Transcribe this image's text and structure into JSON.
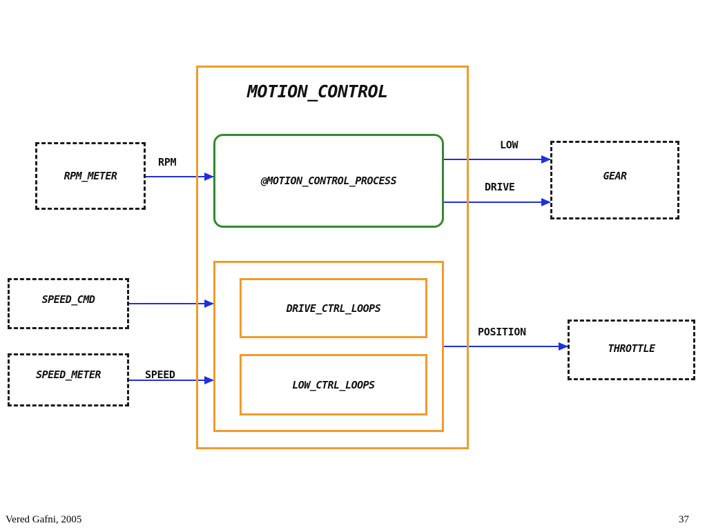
{
  "container": {
    "title": "MOTION_CONTROL",
    "process": "@MOTION_CONTROL_PROCESS",
    "loops": [
      "DRIVE_CTRL_LOOPS",
      "LOW_CTRL_LOOPS"
    ]
  },
  "externals": {
    "rpm_meter": "RPM_METER",
    "speed_cmd": "SPEED_CMD",
    "speed_meter": "SPEED_METER",
    "gear": "GEAR",
    "throttle": "THROTTLE"
  },
  "signals": {
    "rpm": "RPM",
    "low": "LOW",
    "drive": "DRIVE",
    "speed": "SPEED",
    "position": "POSITION"
  },
  "colors": {
    "container": "#f39a2a",
    "process": "#2e8b2e",
    "arrow": "#1f2fe0"
  },
  "footer": {
    "author": "Vered Gafni, 2005",
    "page": "37"
  }
}
